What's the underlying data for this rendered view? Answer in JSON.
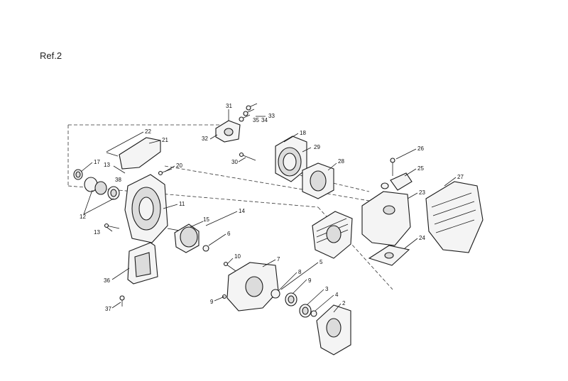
{
  "page": {
    "title": "Ref.2"
  },
  "callouts": [
    {
      "id": "c31",
      "text": "31"
    },
    {
      "id": "c35",
      "text": "35"
    },
    {
      "id": "c34",
      "text": "34"
    },
    {
      "id": "c33",
      "text": "33"
    },
    {
      "id": "c32",
      "text": "32"
    },
    {
      "id": "c18",
      "text": "18"
    },
    {
      "id": "c29",
      "text": "29"
    },
    {
      "id": "c28",
      "text": "28"
    },
    {
      "id": "c30",
      "text": "30"
    },
    {
      "id": "c22",
      "text": "22"
    },
    {
      "id": "c21",
      "text": "21"
    },
    {
      "id": "c17",
      "text": "17"
    },
    {
      "id": "c13a",
      "text": "13"
    },
    {
      "id": "c38",
      "text": "38"
    },
    {
      "id": "c20",
      "text": "20"
    },
    {
      "id": "c12",
      "text": "12"
    },
    {
      "id": "c11",
      "text": "11"
    },
    {
      "id": "c13b",
      "text": "13"
    },
    {
      "id": "c14",
      "text": "14"
    },
    {
      "id": "c15",
      "text": "15"
    },
    {
      "id": "c6",
      "text": "6"
    },
    {
      "id": "c26",
      "text": "26"
    },
    {
      "id": "c25",
      "text": "25"
    },
    {
      "id": "c27",
      "text": "27"
    },
    {
      "id": "c23",
      "text": "23"
    },
    {
      "id": "c24",
      "text": "24"
    },
    {
      "id": "c10",
      "text": "10"
    },
    {
      "id": "c7",
      "text": "7"
    },
    {
      "id": "c5",
      "text": "5"
    },
    {
      "id": "c8",
      "text": "8"
    },
    {
      "id": "c9a",
      "text": "9"
    },
    {
      "id": "c9b",
      "text": "9"
    },
    {
      "id": "c3",
      "text": "3"
    },
    {
      "id": "c4",
      "text": "4"
    },
    {
      "id": "c2",
      "text": "2"
    },
    {
      "id": "c36",
      "text": "36"
    },
    {
      "id": "c37",
      "text": "37"
    }
  ]
}
